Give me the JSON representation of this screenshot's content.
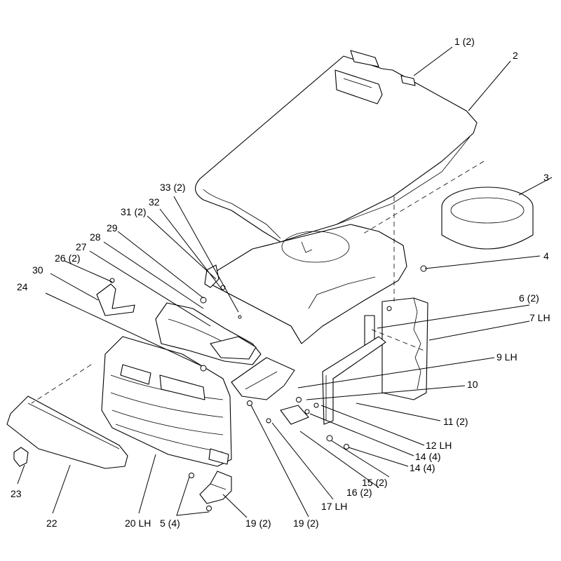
{
  "callouts": [
    {
      "id": "c1",
      "text": "1 (2)"
    },
    {
      "id": "c2",
      "text": "2"
    },
    {
      "id": "c3",
      "text": "3"
    },
    {
      "id": "c4",
      "text": "4"
    },
    {
      "id": "c5",
      "text": "5 (4)"
    },
    {
      "id": "c6",
      "text": "6 (2)"
    },
    {
      "id": "c7",
      "text": "7 LH"
    },
    {
      "id": "c9",
      "text": "9 LH"
    },
    {
      "id": "c10",
      "text": "10"
    },
    {
      "id": "c11",
      "text": "11 (2)"
    },
    {
      "id": "c12",
      "text": "12 LH"
    },
    {
      "id": "c14a",
      "text": "14 (4)"
    },
    {
      "id": "c14b",
      "text": "14 (4)"
    },
    {
      "id": "c15",
      "text": "15 (2)"
    },
    {
      "id": "c16",
      "text": "16 (2)"
    },
    {
      "id": "c17",
      "text": "17 LH"
    },
    {
      "id": "c19a",
      "text": "19 (2)"
    },
    {
      "id": "c19b",
      "text": "19 (2)"
    },
    {
      "id": "c20",
      "text": "20 LH"
    },
    {
      "id": "c22",
      "text": "22"
    },
    {
      "id": "c23",
      "text": "23"
    },
    {
      "id": "c24",
      "text": "24"
    },
    {
      "id": "c26",
      "text": "26 (2)"
    },
    {
      "id": "c27",
      "text": "27"
    },
    {
      "id": "c28",
      "text": "28"
    },
    {
      "id": "c29",
      "text": "29"
    },
    {
      "id": "c30",
      "text": "30"
    },
    {
      "id": "c31",
      "text": "31 (2)"
    },
    {
      "id": "c32",
      "text": "32"
    },
    {
      "id": "c33",
      "text": "33 (2)"
    }
  ]
}
